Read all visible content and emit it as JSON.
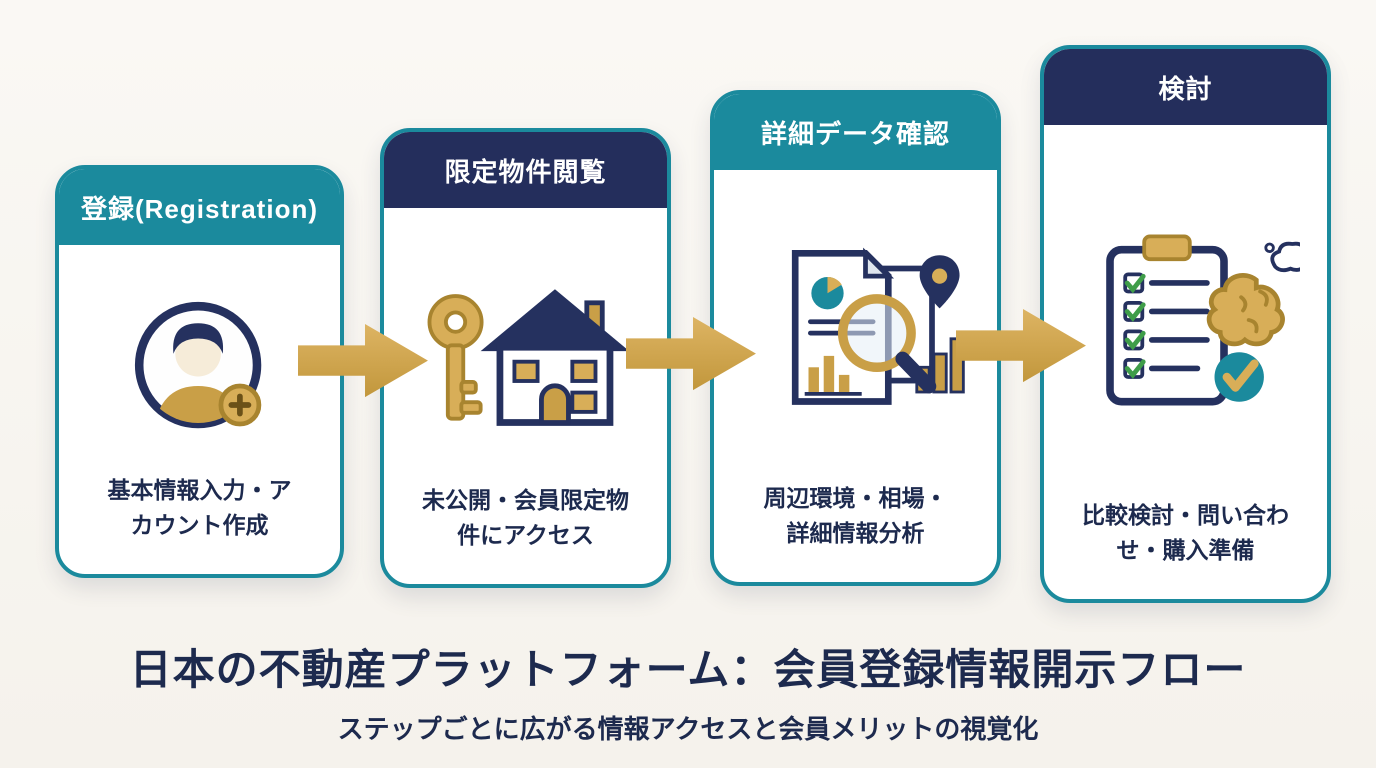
{
  "title": "日本の不動産プラットフォーム：会員登録情報開示フロー",
  "subtitle": "ステップごとに広がる情報アクセスと会員メリットの視覚化",
  "colors": {
    "teal": "#1b8a9d",
    "navy": "#242e5c",
    "gold": "#d2a74f",
    "gold_dark": "#a8842f",
    "text_navy": "#1d2a4e",
    "background": "#f7f5f0",
    "check_green": "#3f9d49"
  },
  "steps": [
    {
      "label": "登録(Registration)",
      "description": "基本情報入力・アカウント作成",
      "icon": "user-plus-icon",
      "header_style": "teal"
    },
    {
      "label": "限定物件閲覧",
      "description": "未公開・会員限定物件にアクセス",
      "icon": "key-house-icon",
      "header_style": "navy"
    },
    {
      "label": "詳細データ確認",
      "description": "周辺環境・相場・詳細情報分析",
      "icon": "data-search-icon",
      "header_style": "teal"
    },
    {
      "label": "検討",
      "description": "比較検討・問い合わせ・購入準備",
      "icon": "checklist-brain-icon",
      "header_style": "navy"
    }
  ],
  "arrows": [
    "arrow-right-icon",
    "arrow-right-icon",
    "arrow-right-icon"
  ]
}
